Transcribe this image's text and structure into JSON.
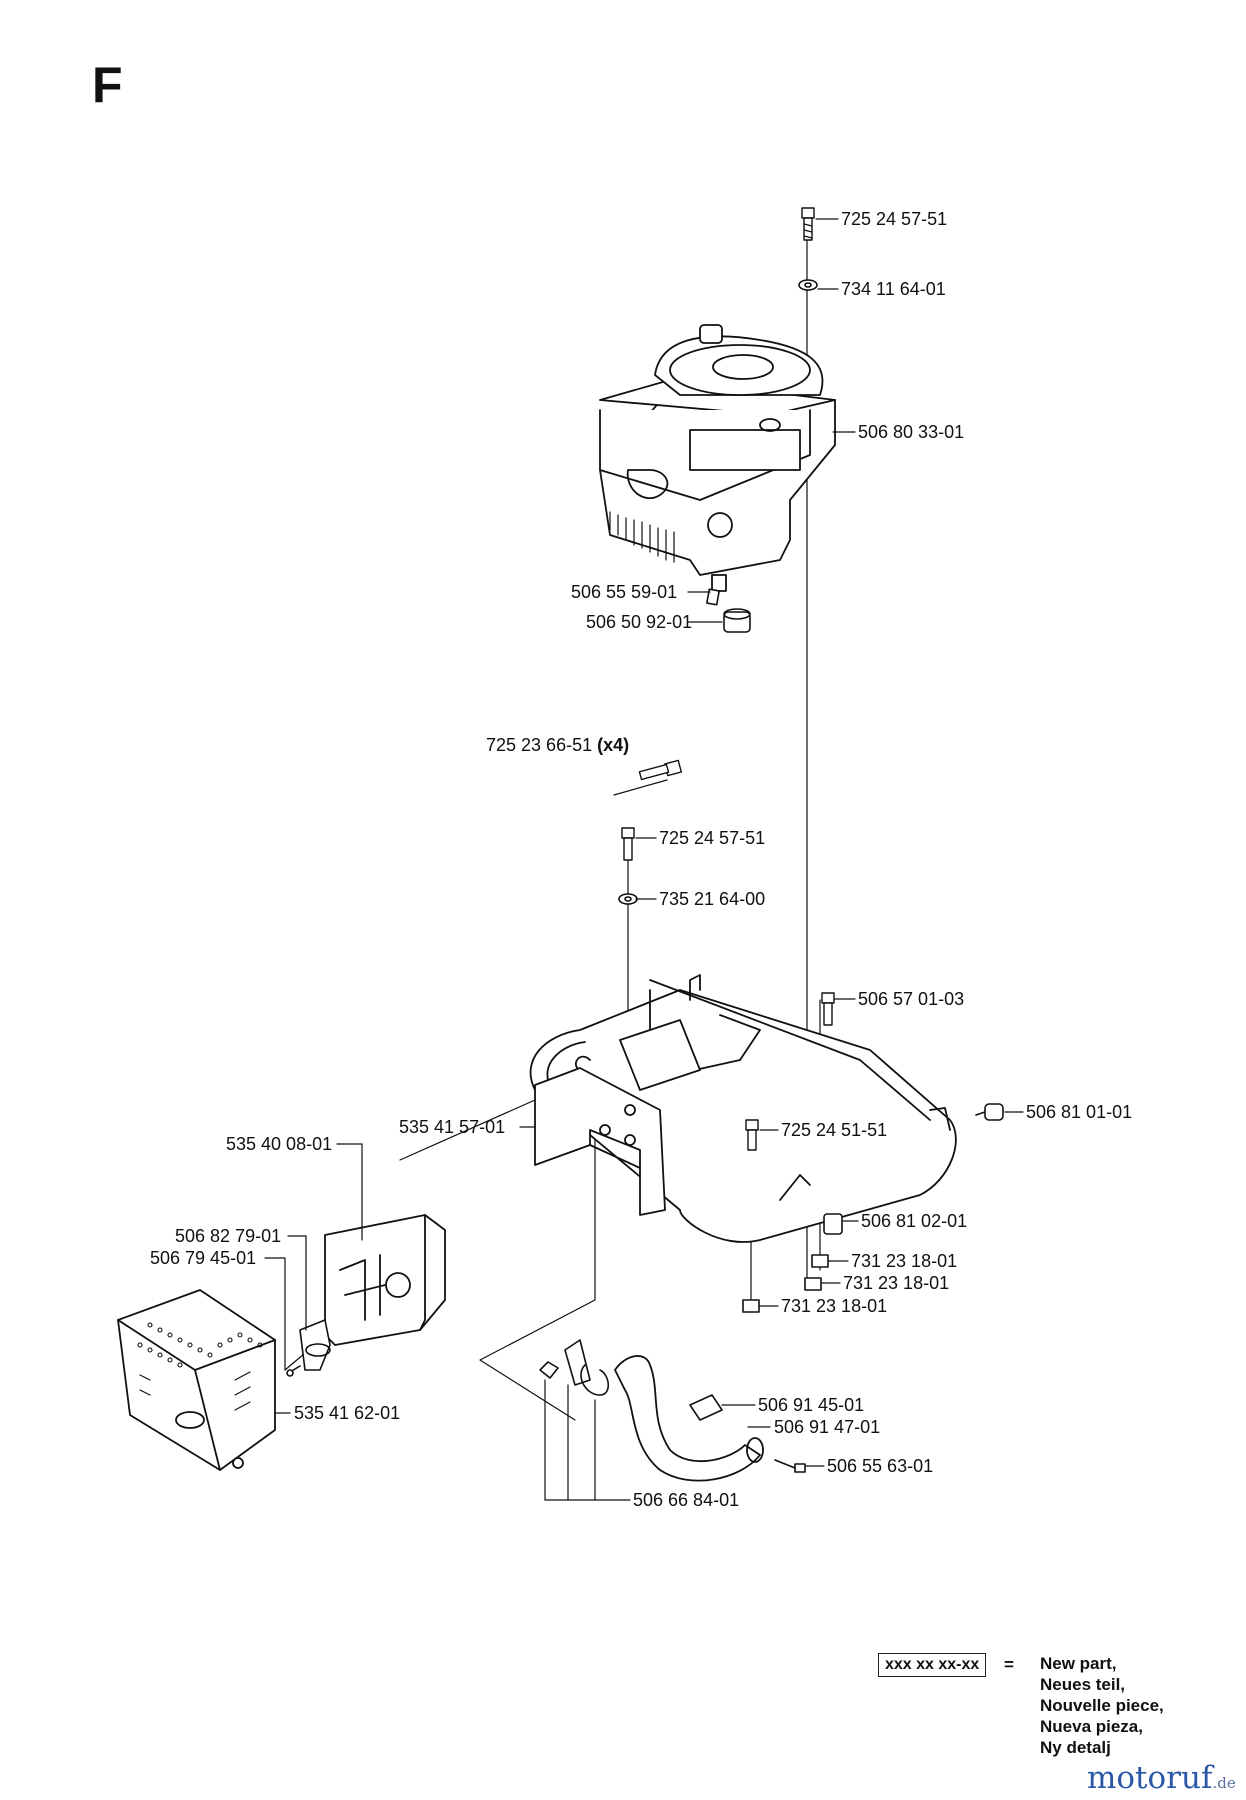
{
  "section_letter": "F",
  "parts": {
    "p1": "725 24 57-51",
    "p2": "734 11 64-01",
    "p3": "506 80 33-01",
    "p4": "506 55 59-01",
    "p5": "506 50 92-01",
    "p6": "725 23 66-51",
    "p6_qty": "(x4)",
    "p7": "725 24 57-51",
    "p8": "735 21 64-00",
    "p9": "506 57 01-03",
    "p10": "506 81 01-01",
    "p11": "535 41 57-01",
    "p12": "725 24 51-51",
    "p13": "535 40 08-01",
    "p14": "506 81 02-01",
    "p15": "506 82 79-01",
    "p16": "506 79 45-01",
    "p17": "731 23 18-01",
    "p18": "731 23 18-01",
    "p19": "731 23 18-01",
    "p20": "535 41 62-01",
    "p21": "506 91 45-01",
    "p22": "506 91 47-01",
    "p23": "506 55 63-01",
    "p24": "506 66 84-01"
  },
  "legend": {
    "code": "xxx xx xx-xx",
    "equals": "=",
    "lines": [
      "New part,",
      "Neues teil,",
      "Nouvelle piece,",
      "Nueva pieza,",
      "Ny detalj"
    ]
  },
  "watermark": {
    "main": "motoruf",
    "tld": ".de"
  }
}
